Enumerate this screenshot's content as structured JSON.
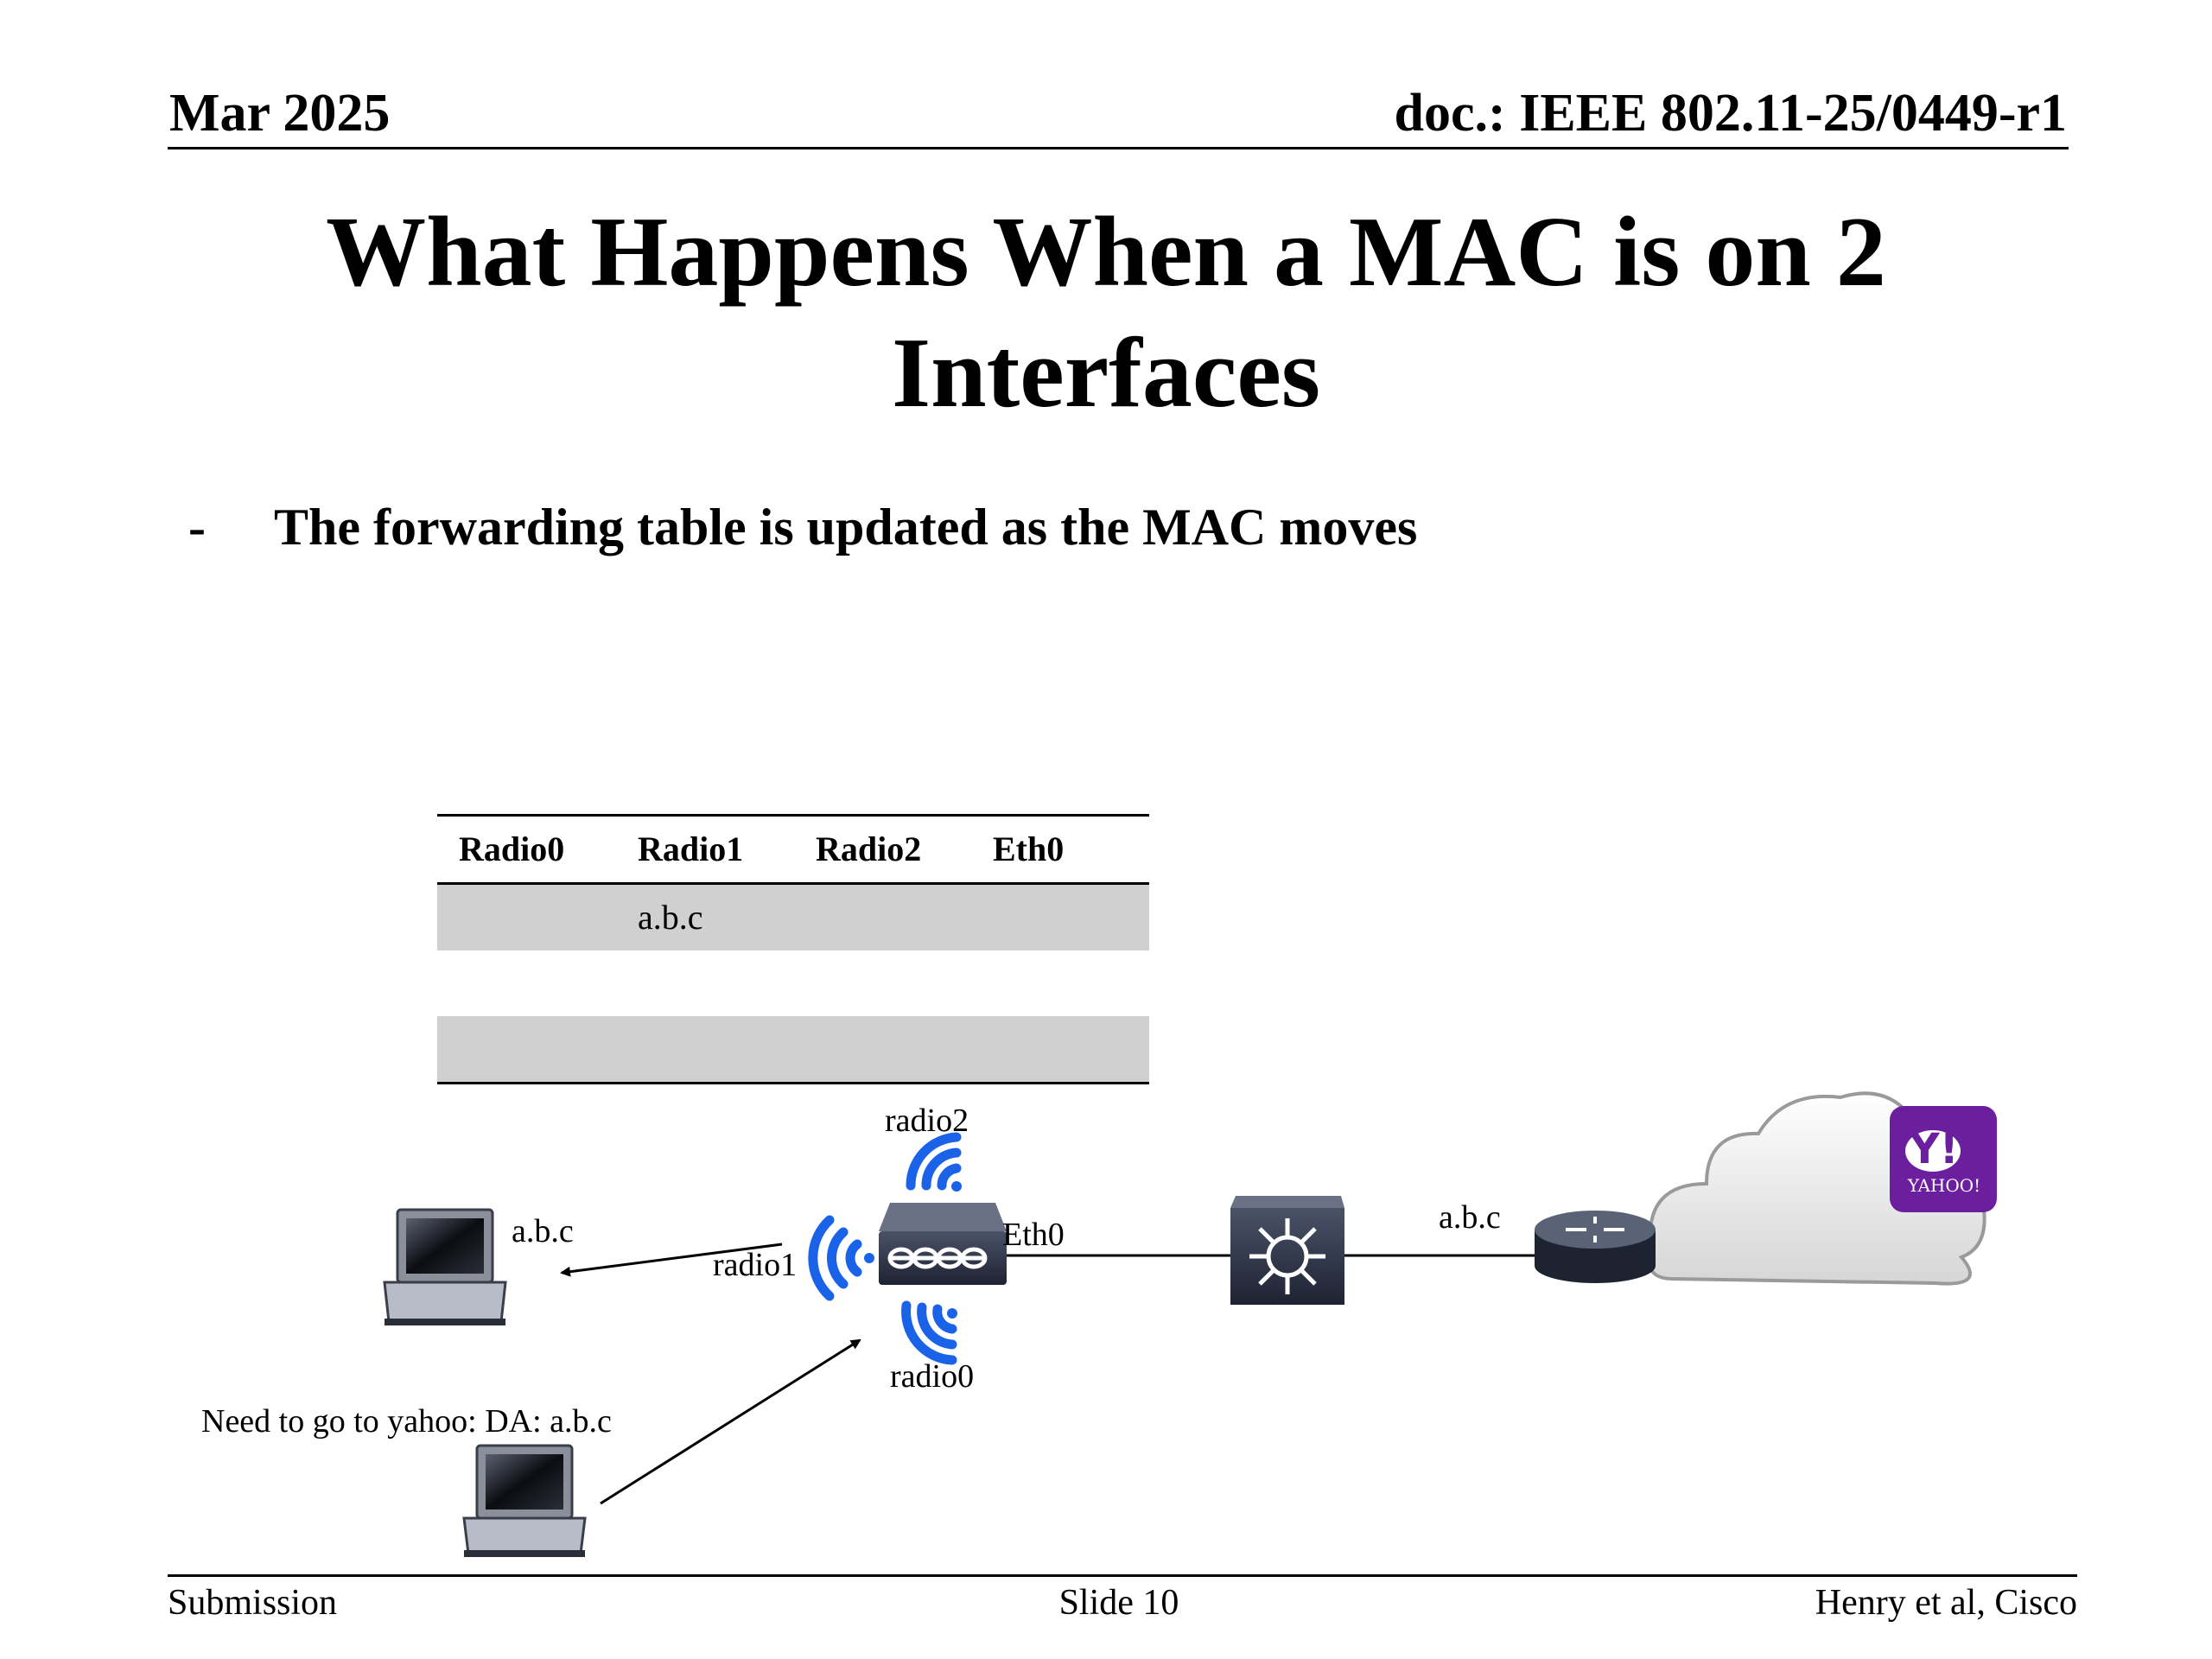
{
  "header": {
    "date": "Mar 2025",
    "doc": "doc.: IEEE 802.11-25/0449-r1"
  },
  "title": {
    "line1": "What Happens When a MAC is on 2",
    "line2": "Interfaces"
  },
  "bullet": {
    "marker": "-",
    "text": "The forwarding table is updated as the MAC moves"
  },
  "forwarding_table": {
    "columns": [
      "Radio0",
      "Radio1",
      "Radio2",
      "Eth0"
    ],
    "rows": [
      [
        "",
        "a.b.c",
        "",
        ""
      ],
      [
        "",
        "",
        "",
        ""
      ],
      [
        "",
        "",
        "",
        ""
      ]
    ]
  },
  "diagram": {
    "laptop1_label": "a.b.c",
    "laptop2_label": "Need to go to yahoo: DA: a.b.c",
    "ap_labels": {
      "radio0": "radio0",
      "radio1": "radio1",
      "radio2": "radio2",
      "eth0": "Eth0"
    },
    "router_label": "a.b.c",
    "yahoo_logo_text": "YAHOO!",
    "yahoo_logo_mark": "Y!",
    "colors": {
      "wifi_blue": "#1a63e8",
      "yahoo_purple": "#6b1f9e",
      "device_dark": "#2b3245"
    }
  },
  "footer": {
    "left": "Submission",
    "center": "Slide 10",
    "right": "Henry et al, Cisco"
  }
}
